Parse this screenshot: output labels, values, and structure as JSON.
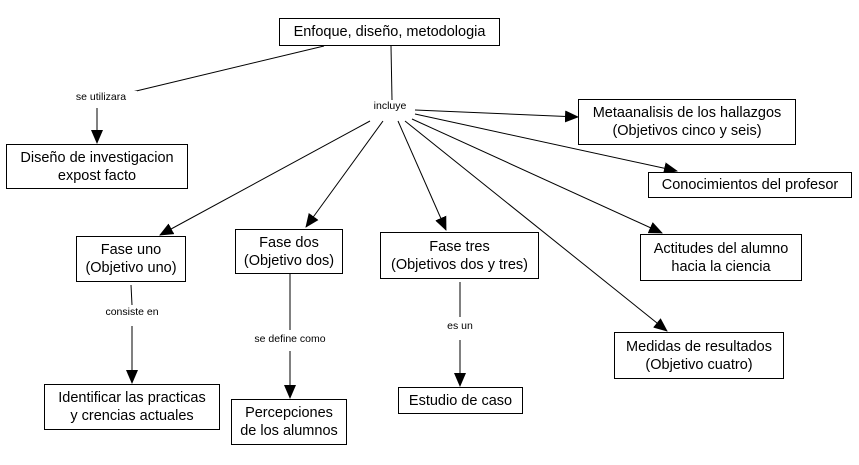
{
  "diagram": {
    "type": "concept-map",
    "nodes": {
      "root": {
        "lines": [
          "Enfoque, diseño, metodologia"
        ]
      },
      "diseno": {
        "lines": [
          "Diseño de investigacion",
          "expost facto"
        ]
      },
      "metaanalisis": {
        "lines": [
          "Metaanalisis de los hallazgos",
          "(Objetivos cinco y seis)"
        ]
      },
      "conocimientos": {
        "lines": [
          "Conocimientos del profesor"
        ]
      },
      "fase_uno": {
        "lines": [
          "Fase uno",
          "(Objetivo uno)"
        ]
      },
      "fase_dos": {
        "lines": [
          "Fase dos",
          "(Objetivo dos)"
        ]
      },
      "fase_tres": {
        "lines": [
          "Fase tres",
          "(Objetivos dos y tres)"
        ]
      },
      "actitudes": {
        "lines": [
          "Actitudes del alumno",
          "hacia la ciencia"
        ]
      },
      "medidas": {
        "lines": [
          "Medidas de resultados",
          "(Objetivo cuatro)"
        ]
      },
      "identificar": {
        "lines": [
          "Identificar las practicas",
          "y crencias actuales"
        ]
      },
      "percepciones": {
        "lines": [
          "Percepciones",
          "de los alumnos"
        ]
      },
      "estudio": {
        "lines": [
          "Estudio de caso"
        ]
      }
    },
    "link_labels": {
      "se_utilizara": "se utilizara",
      "incluye": "incluye",
      "consiste_en": "consiste en",
      "se_define_como": "se define como",
      "es_un": "es un"
    },
    "edges": [
      {
        "from": "root",
        "via": "se_utilizara",
        "to": "diseno"
      },
      {
        "from": "root",
        "via": "incluye",
        "to": "fase_uno"
      },
      {
        "from": "root",
        "via": "incluye",
        "to": "fase_dos"
      },
      {
        "from": "root",
        "via": "incluye",
        "to": "fase_tres"
      },
      {
        "from": "root",
        "via": "incluye",
        "to": "metaanalisis"
      },
      {
        "from": "root",
        "via": "incluye",
        "to": "conocimientos"
      },
      {
        "from": "root",
        "via": "incluye",
        "to": "actitudes"
      },
      {
        "from": "root",
        "via": "incluye",
        "to": "medidas"
      },
      {
        "from": "fase_uno",
        "via": "consiste_en",
        "to": "identificar"
      },
      {
        "from": "fase_dos",
        "via": "se_define_como",
        "to": "percepciones"
      },
      {
        "from": "fase_tres",
        "via": "es_un",
        "to": "estudio"
      }
    ]
  }
}
